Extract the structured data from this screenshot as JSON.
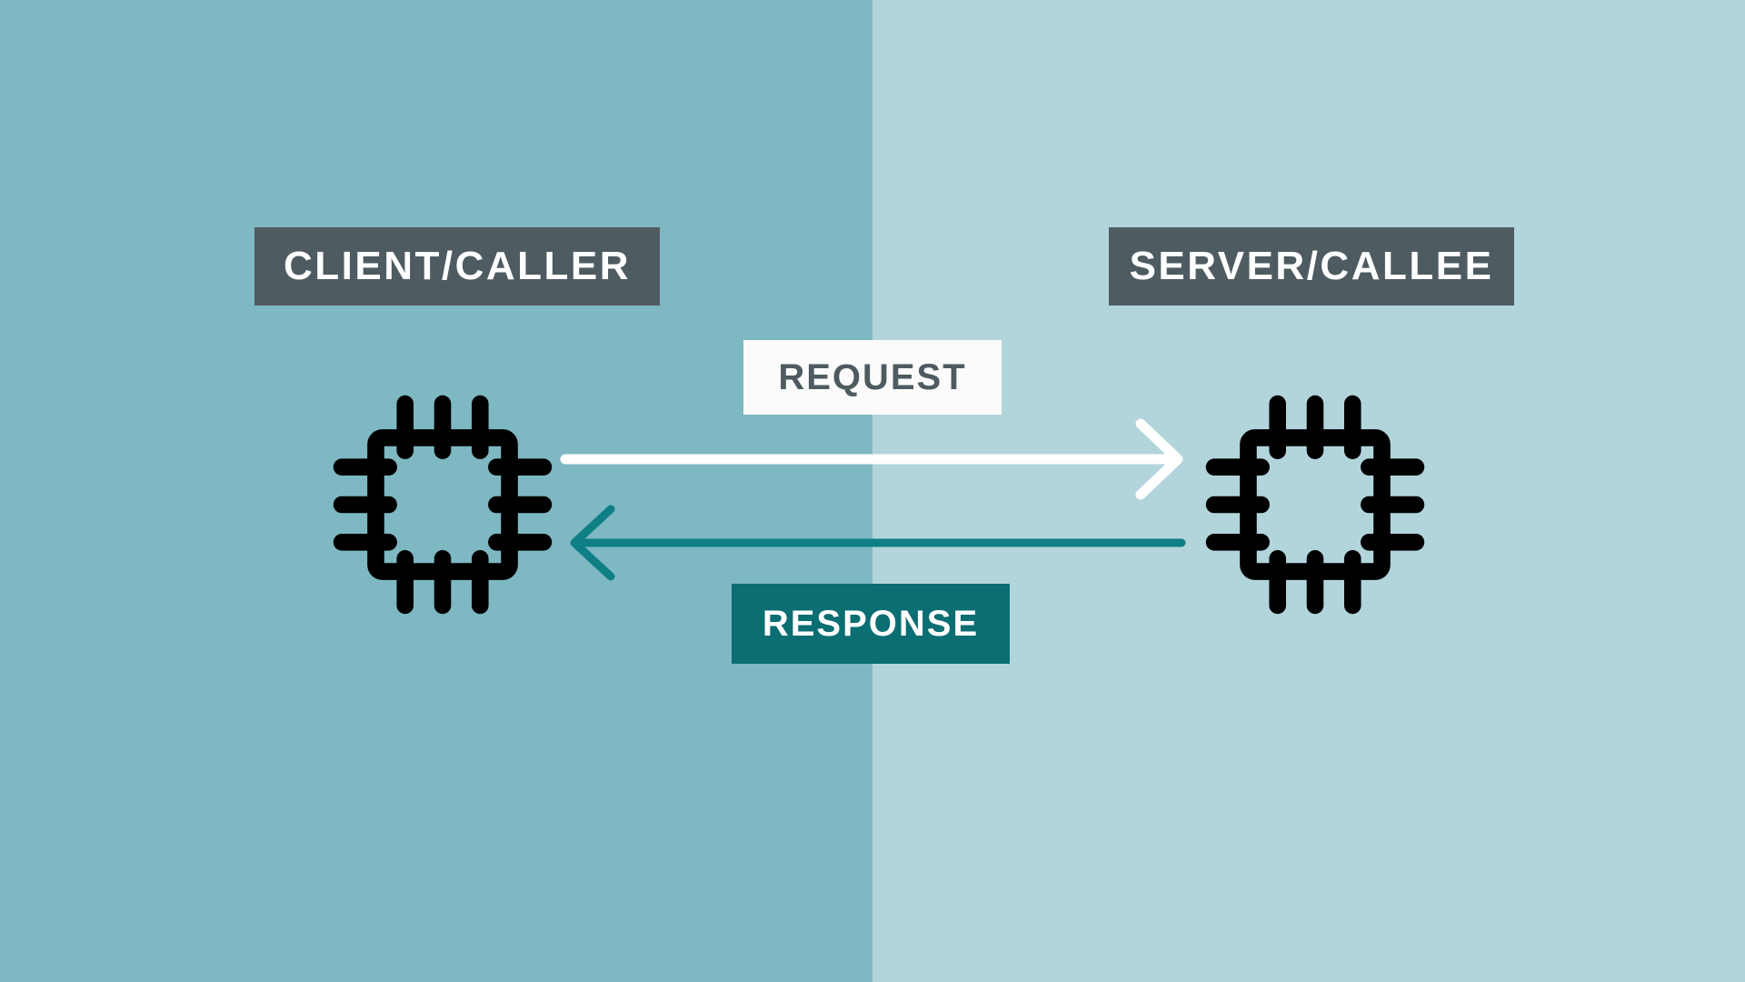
{
  "diagram": {
    "title_left": "CLIENT/CALLER",
    "title_right": "SERVER/CALLEE",
    "request_label": "REQUEST",
    "response_label": "RESPONSE",
    "left_panel_color": "#7EB8C2",
    "right_panel_color": "#B2D5DC",
    "label_box_color": "#4E5B61",
    "label_text_color": "#FFFFFF",
    "request_box_color": "#FBFBFB",
    "request_text_color": "#4E5B61",
    "response_box_color": "#0A6E73",
    "response_text_color": "#FFFFFF",
    "request_arrow_color": "#FFFFFF",
    "response_arrow_color": "#0E7F85",
    "chip_color": "#000000",
    "chip_icon_name": "cpu-chip-icon",
    "request_direction": "left-to-right",
    "response_direction": "right-to-left"
  }
}
